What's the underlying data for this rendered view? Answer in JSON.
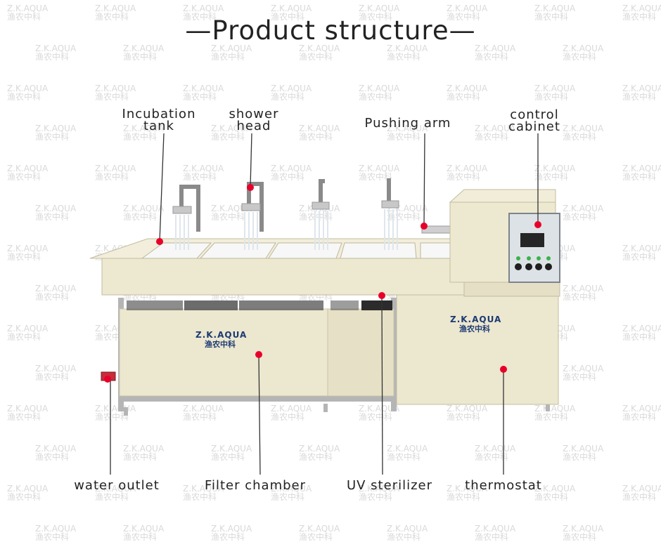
{
  "title": "—Product structure—",
  "watermark": {
    "en": "Z.K.AQUA",
    "cn": "渔农中科"
  },
  "brand_logo": {
    "en": "Z.K.AQUA",
    "cn": "渔农中科"
  },
  "labels": {
    "incubation_tank": [
      "Incubation",
      "tank"
    ],
    "shower_head": [
      "shower",
      "head"
    ],
    "pushing_arm": "Pushing arm",
    "control_cabinet": [
      "control",
      "cabinet"
    ],
    "water_outlet": "water outlet",
    "filter_chamber": "Filter chamber",
    "uv_sterilizer": "UV sterilizer",
    "thermostat": "thermostat"
  },
  "colors": {
    "body": "#eae5cc",
    "frame": "#9a9a9a",
    "marker": "#e8002a",
    "line": "#333333"
  }
}
